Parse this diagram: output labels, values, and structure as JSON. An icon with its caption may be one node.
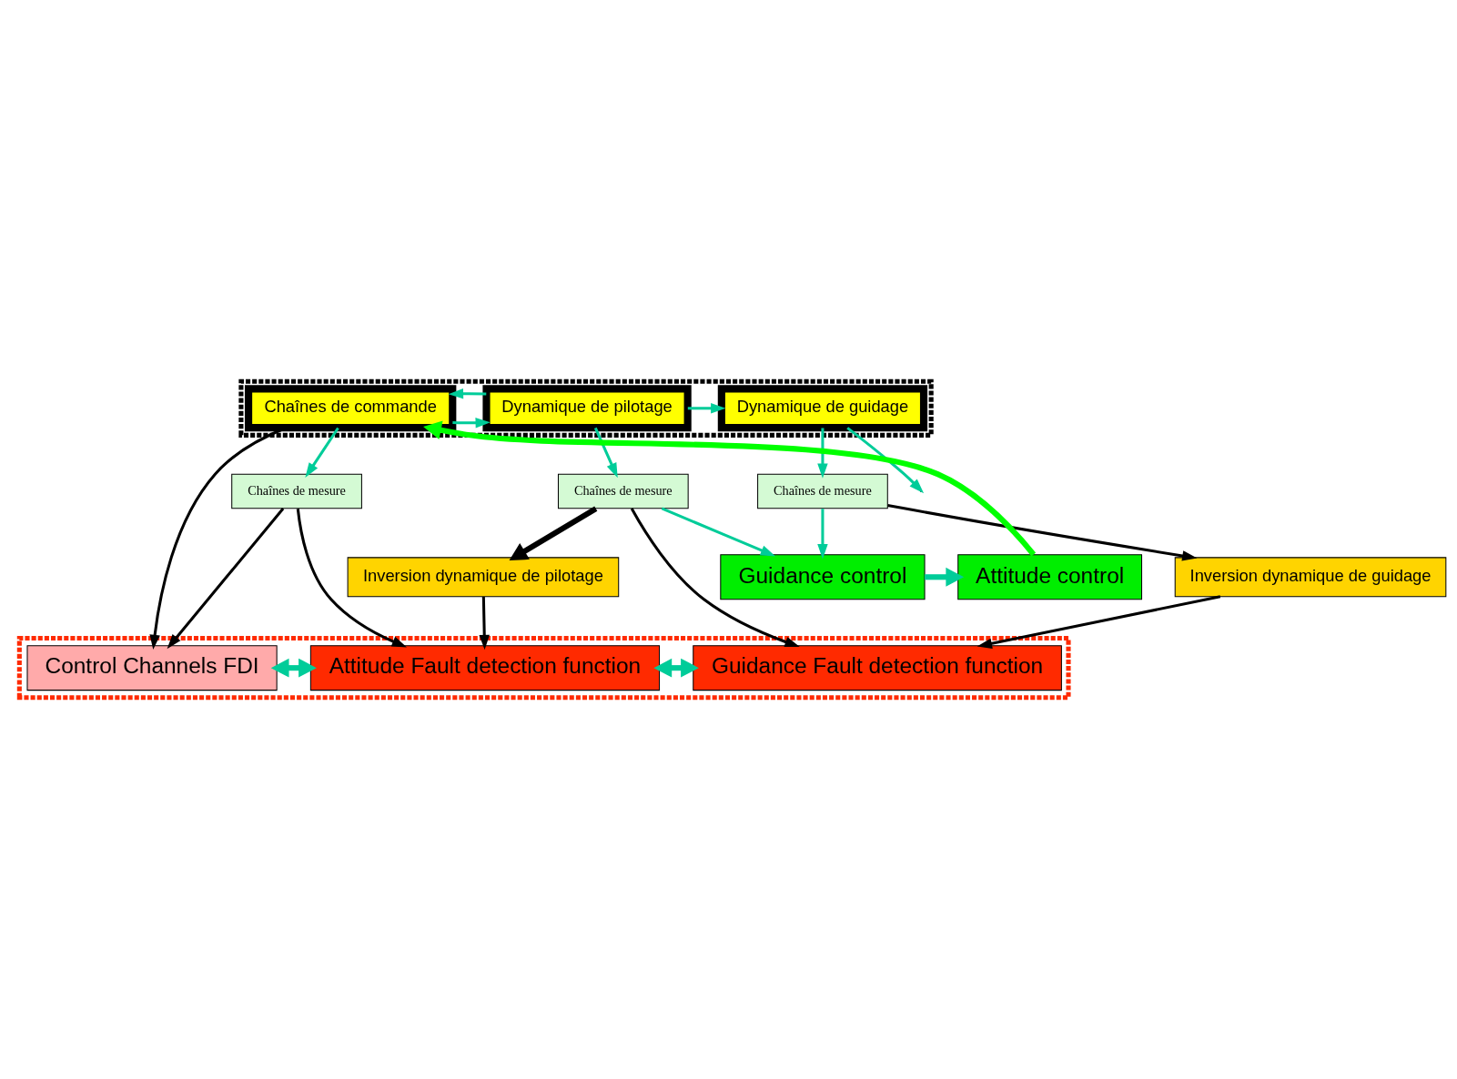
{
  "diagram": {
    "nodes": [
      {
        "text": [],
        "shape": "box"
      },
      {
        "text": [
          "Chaînes de commande"
        ],
        "in": 0
      },
      {
        "text": [
          "Dynamique de pilotage"
        ],
        "in": 0
      },
      {
        "text": [
          "Dynamique de guidage"
        ],
        "in": 0
      },
      {
        "text": [
          "Chaînes de mesure"
        ]
      },
      {
        "text": [
          "Chaînes de mesure"
        ]
      },
      {
        "text": [
          "Chaînes de mesure"
        ]
      },
      {
        "text": [
          "Attitude control"
        ]
      },
      {
        "text": [
          "Guidance control"
        ]
      },
      {
        "text": [
          "Inversion dynamique de pilotage"
        ]
      },
      {
        "text": [
          "Inversion dynamique de guidage"
        ]
      },
      {
        "text": [],
        "shape": "box"
      },
      {
        "text": [
          "Control Channels FDI"
        ],
        "in": 11
      },
      {
        "text": [
          "Attitude Fault detection function"
        ],
        "in": 11
      },
      {
        "text": [
          "Guidance Fault detection function"
        ],
        "in": 11
      }
    ],
    "edges": [
      {
        "from": 1,
        "to": 2,
        "arrow": "to"
      },
      {
        "from": 2,
        "to": 1,
        "arrow": "to"
      },
      {
        "from": 2,
        "to": 3,
        "arrow": "to"
      },
      {
        "from": 3,
        "to": null,
        "arrow": "to"
      },
      {
        "from": 1,
        "to": 4,
        "arrow": "to"
      },
      {
        "from": 2,
        "to": 5,
        "arrow": "to"
      },
      {
        "from": 3,
        "to": 6,
        "arrow": "to"
      },
      {
        "from": 5,
        "to": 8,
        "arrow": "to"
      },
      {
        "from": 6,
        "to": 8,
        "arrow": "to"
      },
      {
        "from": 8,
        "to": 7,
        "arrow": "to",
        "style": "thick"
      },
      {
        "from": 7,
        "to": 1,
        "arrow": "to",
        "style": "thick",
        "color": "#00ff00"
      },
      {
        "from": 1,
        "to": 12,
        "arrow": "to",
        "color": "#000000"
      },
      {
        "from": 4,
        "to": 12,
        "arrow": "to",
        "color": "#000000"
      },
      {
        "from": 4,
        "to": 13,
        "arrow": "to",
        "color": "#000000"
      },
      {
        "from": 5,
        "to": 9,
        "arrow": "to",
        "style": "thick",
        "color": "#000000"
      },
      {
        "from": 5,
        "to": 14,
        "arrow": "to",
        "color": "#000000"
      },
      {
        "from": 6,
        "to": 10,
        "arrow": "to",
        "color": "#000000"
      },
      {
        "from": 9,
        "to": 13,
        "arrow": "to",
        "color": "#000000"
      },
      {
        "from": 10,
        "to": 14,
        "arrow": "to",
        "color": "#000000"
      },
      {
        "from": 12,
        "to": 13,
        "arrow": "both",
        "style": "thick"
      },
      {
        "from": 13,
        "to": 14,
        "arrow": "both",
        "style": "thick"
      }
    ]
  }
}
